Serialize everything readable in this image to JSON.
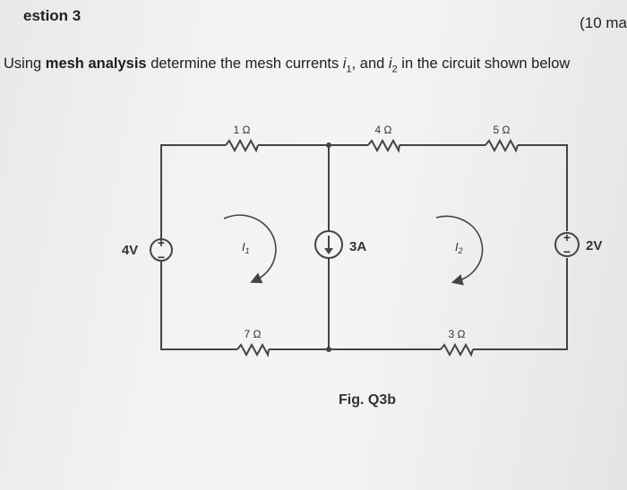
{
  "header": {
    "question_title": "estion 3",
    "marks": "(10 ma"
  },
  "prompt": {
    "lead": "Using ",
    "method": "mesh analysis",
    "middle": " determine the mesh currents ",
    "var": "i",
    "sub1": "1",
    "sep": ", and ",
    "sub2": "2",
    "tail": " in the circuit shown below"
  },
  "circuit": {
    "resistors": {
      "r_top_left": "1 Ω",
      "r_top_mid": "4 Ω",
      "r_top_right": "5 Ω",
      "r_bottom_left": "7 Ω",
      "r_bottom_right": "3 Ω"
    },
    "sources": {
      "v_left": "4V",
      "current_source": "3A",
      "v_right": "2V",
      "plus": "+",
      "minus": "−"
    },
    "mesh_labels": {
      "mesh1_base": "I",
      "mesh1_sub": "1",
      "mesh2_base": "I",
      "mesh2_sub": "2"
    }
  },
  "figure": {
    "caption": "Fig. Q3b"
  }
}
